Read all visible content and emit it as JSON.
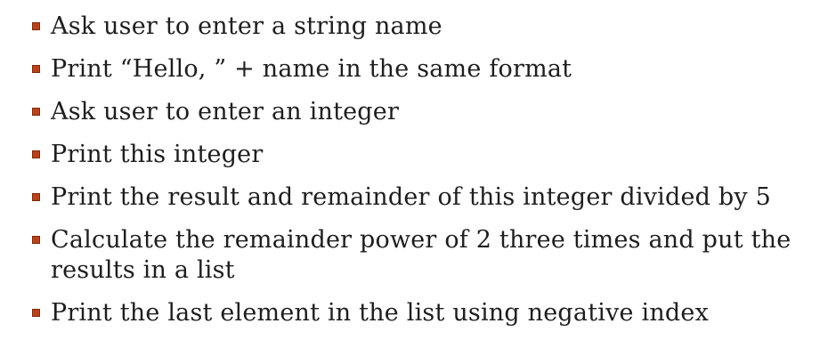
{
  "slide": {
    "background_color": "#ffffff",
    "text_color": "#1e1e1e",
    "bullet_color": "#b8431a",
    "bullet_border_color": "#7e2b0b",
    "bullets": [
      {
        "text": "Ask user to enter a string name"
      },
      {
        "text": "Print “Hello, ” + name in the same format"
      },
      {
        "text": "Ask user to enter an integer"
      },
      {
        "text": "Print this integer"
      },
      {
        "text": "Print the result and remainder of this integer divided by 5"
      },
      {
        "text": "Calculate the remainder power of 2 three times and put the\nresults in a list"
      },
      {
        "text": "Print the last element in the list using negative index"
      }
    ]
  }
}
